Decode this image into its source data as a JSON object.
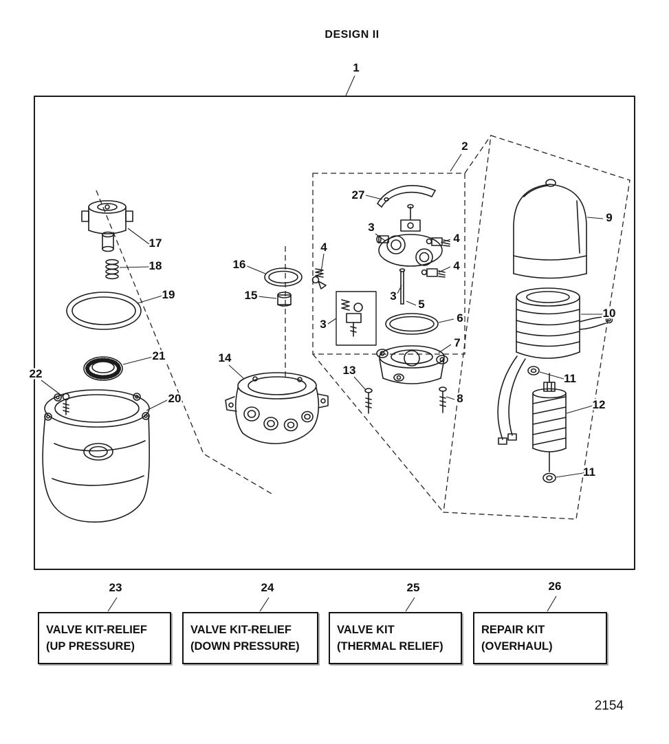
{
  "title": "DESIGN II",
  "page_number": "2154",
  "colors": {
    "ink": "#1a1a1a",
    "paper": "#ffffff"
  },
  "diagram": {
    "type": "exploded-parts-diagram",
    "subject": "hydraulic trim pump assembly",
    "callouts": [
      "1",
      "2",
      "27",
      "3",
      "4",
      "4",
      "4",
      "16",
      "15",
      "3",
      "5",
      "3",
      "6",
      "7",
      "8",
      "9",
      "10",
      "11",
      "12",
      "11",
      "17",
      "18",
      "19",
      "21",
      "22",
      "20",
      "14",
      "13"
    ]
  },
  "kits": [
    {
      "callout": "23",
      "line1": "VALVE KIT-RELIEF",
      "line2": "(UP PRESSURE)"
    },
    {
      "callout": "24",
      "line1": "VALVE KIT-RELIEF",
      "line2": "(DOWN PRESSURE)"
    },
    {
      "callout": "25",
      "line1": "VALVE KIT",
      "line2": "(THERMAL RELIEF)"
    },
    {
      "callout": "26",
      "line1": "REPAIR KIT",
      "line2": "(OVERHAUL)"
    }
  ]
}
